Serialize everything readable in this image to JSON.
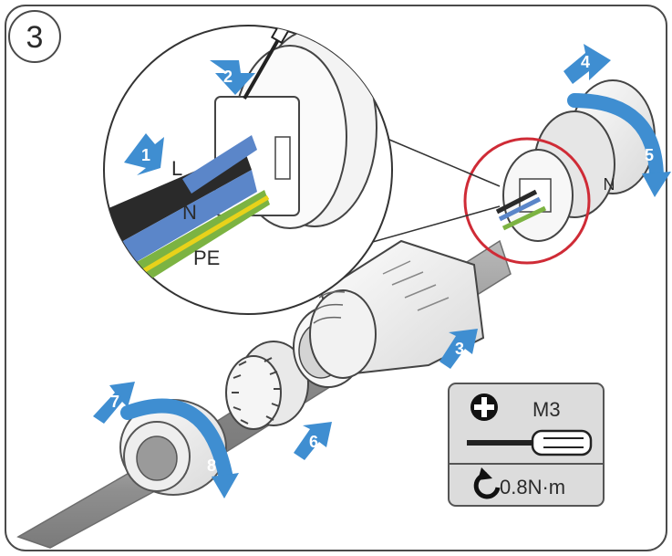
{
  "panel": {
    "number": "3"
  },
  "wire_labels": {
    "live": "L",
    "neutral": "N",
    "earth": "PE",
    "connector_mark": "N"
  },
  "steps": [
    "1",
    "2",
    "3",
    "4",
    "5",
    "6",
    "7",
    "8"
  ],
  "tool_box": {
    "screw_size": "M3",
    "torque": "0.8N·m",
    "icons": [
      "phillips-screw-head-icon",
      "screwdriver-icon",
      "clockwise-rotate-icon"
    ]
  },
  "colors": {
    "arrow_blue": "#3f8ed1",
    "highlight_red": "#cf2b36",
    "wire_blue": "#5b86c9",
    "wire_black": "#2a2a2a",
    "earth_green": "#7cb342",
    "earth_yellow": "#e8d21a",
    "tool_panel_bg": "#dcdcdc",
    "frame": "#4a4a4a"
  }
}
